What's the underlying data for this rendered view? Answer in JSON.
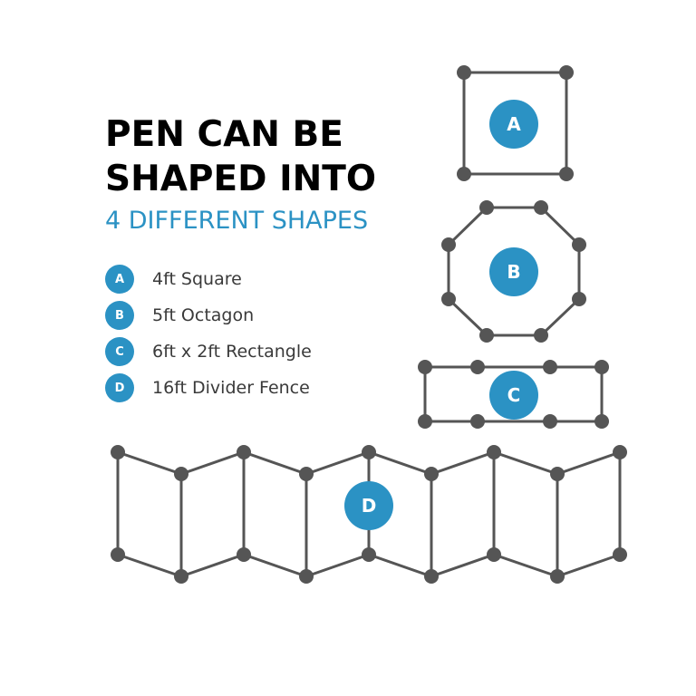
{
  "headline": {
    "line1": "PEN CAN BE",
    "line2": "SHAPED INTO"
  },
  "subhead": "4 DIFFERENT SHAPES",
  "legend": [
    {
      "letter": "A",
      "label": "4ft Square"
    },
    {
      "letter": "B",
      "label": "5ft Octagon"
    },
    {
      "letter": "C",
      "label": "6ft x 2ft Rectangle"
    },
    {
      "letter": "D",
      "label": "16ft Divider Fence"
    }
  ],
  "shapes": {
    "a": {
      "letter": "A"
    },
    "b": {
      "letter": "B"
    },
    "c": {
      "letter": "C"
    },
    "d": {
      "letter": "D"
    }
  },
  "colors": {
    "accent": "#2b92c4",
    "frame": "#555555",
    "text": "#000000"
  }
}
